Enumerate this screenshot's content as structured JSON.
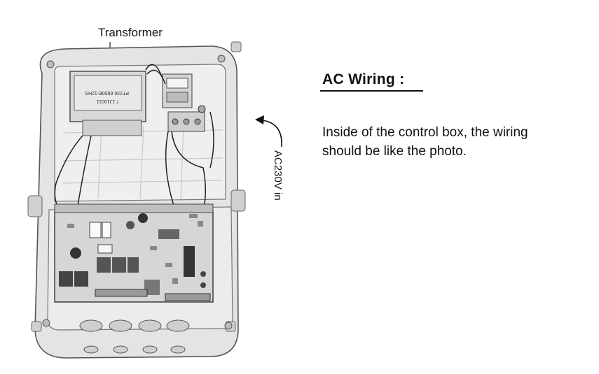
{
  "photo": {
    "transformer_label": "Transformer",
    "transformer_text_1": "PT236 6650E-12HS",
    "transformer_text_2": "7.1J10011",
    "ac_input_label": "AC230V in"
  },
  "section": {
    "heading": "AC Wiring :",
    "body_line_1": "Inside of the control box, the wiring",
    "body_line_2": "should be like the photo."
  }
}
